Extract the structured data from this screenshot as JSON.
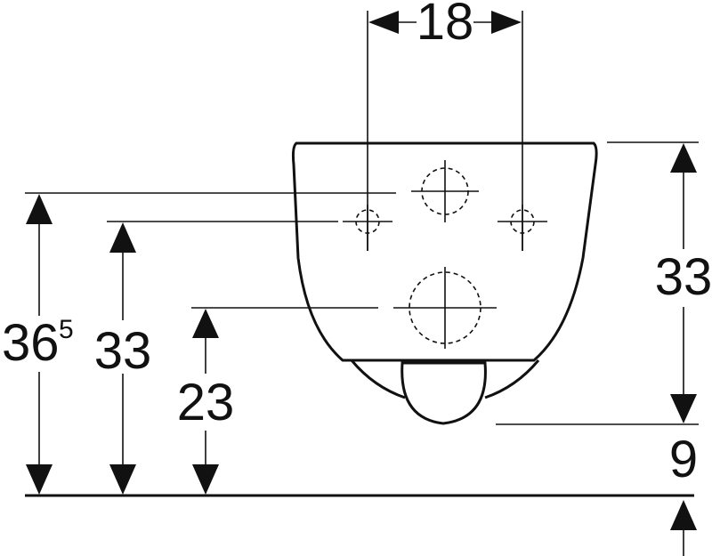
{
  "dimensions": {
    "top_width": "18",
    "right_height": "33",
    "right_small": "9",
    "left_outer_main": "36",
    "left_outer_sup": "5",
    "left_middle": "33",
    "left_inner": "23"
  },
  "colors": {
    "line": "#111111",
    "background": "#ffffff"
  }
}
